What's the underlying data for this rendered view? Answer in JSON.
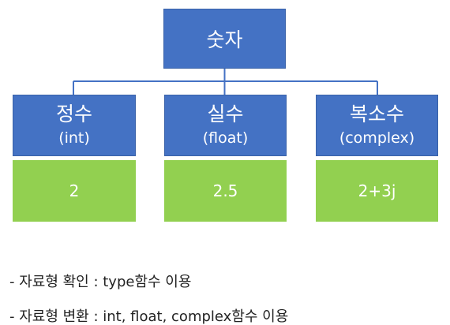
{
  "diagram": {
    "root": {
      "label": "숫자"
    },
    "categories": [
      {
        "name": "정수",
        "type": "(int)",
        "value": "2"
      },
      {
        "name": "실수",
        "type": "(float)",
        "value": "2.5"
      },
      {
        "name": "복소수",
        "type": "(complex)",
        "value": "2+3j"
      }
    ],
    "colors": {
      "box_blue": "#4472c4",
      "box_green": "#92d050",
      "connector": "#4472c4"
    }
  },
  "notes": [
    "- 자료형 확인 : type함수 이용",
    "- 자료형 변환 : int, float, complex함수 이용"
  ]
}
